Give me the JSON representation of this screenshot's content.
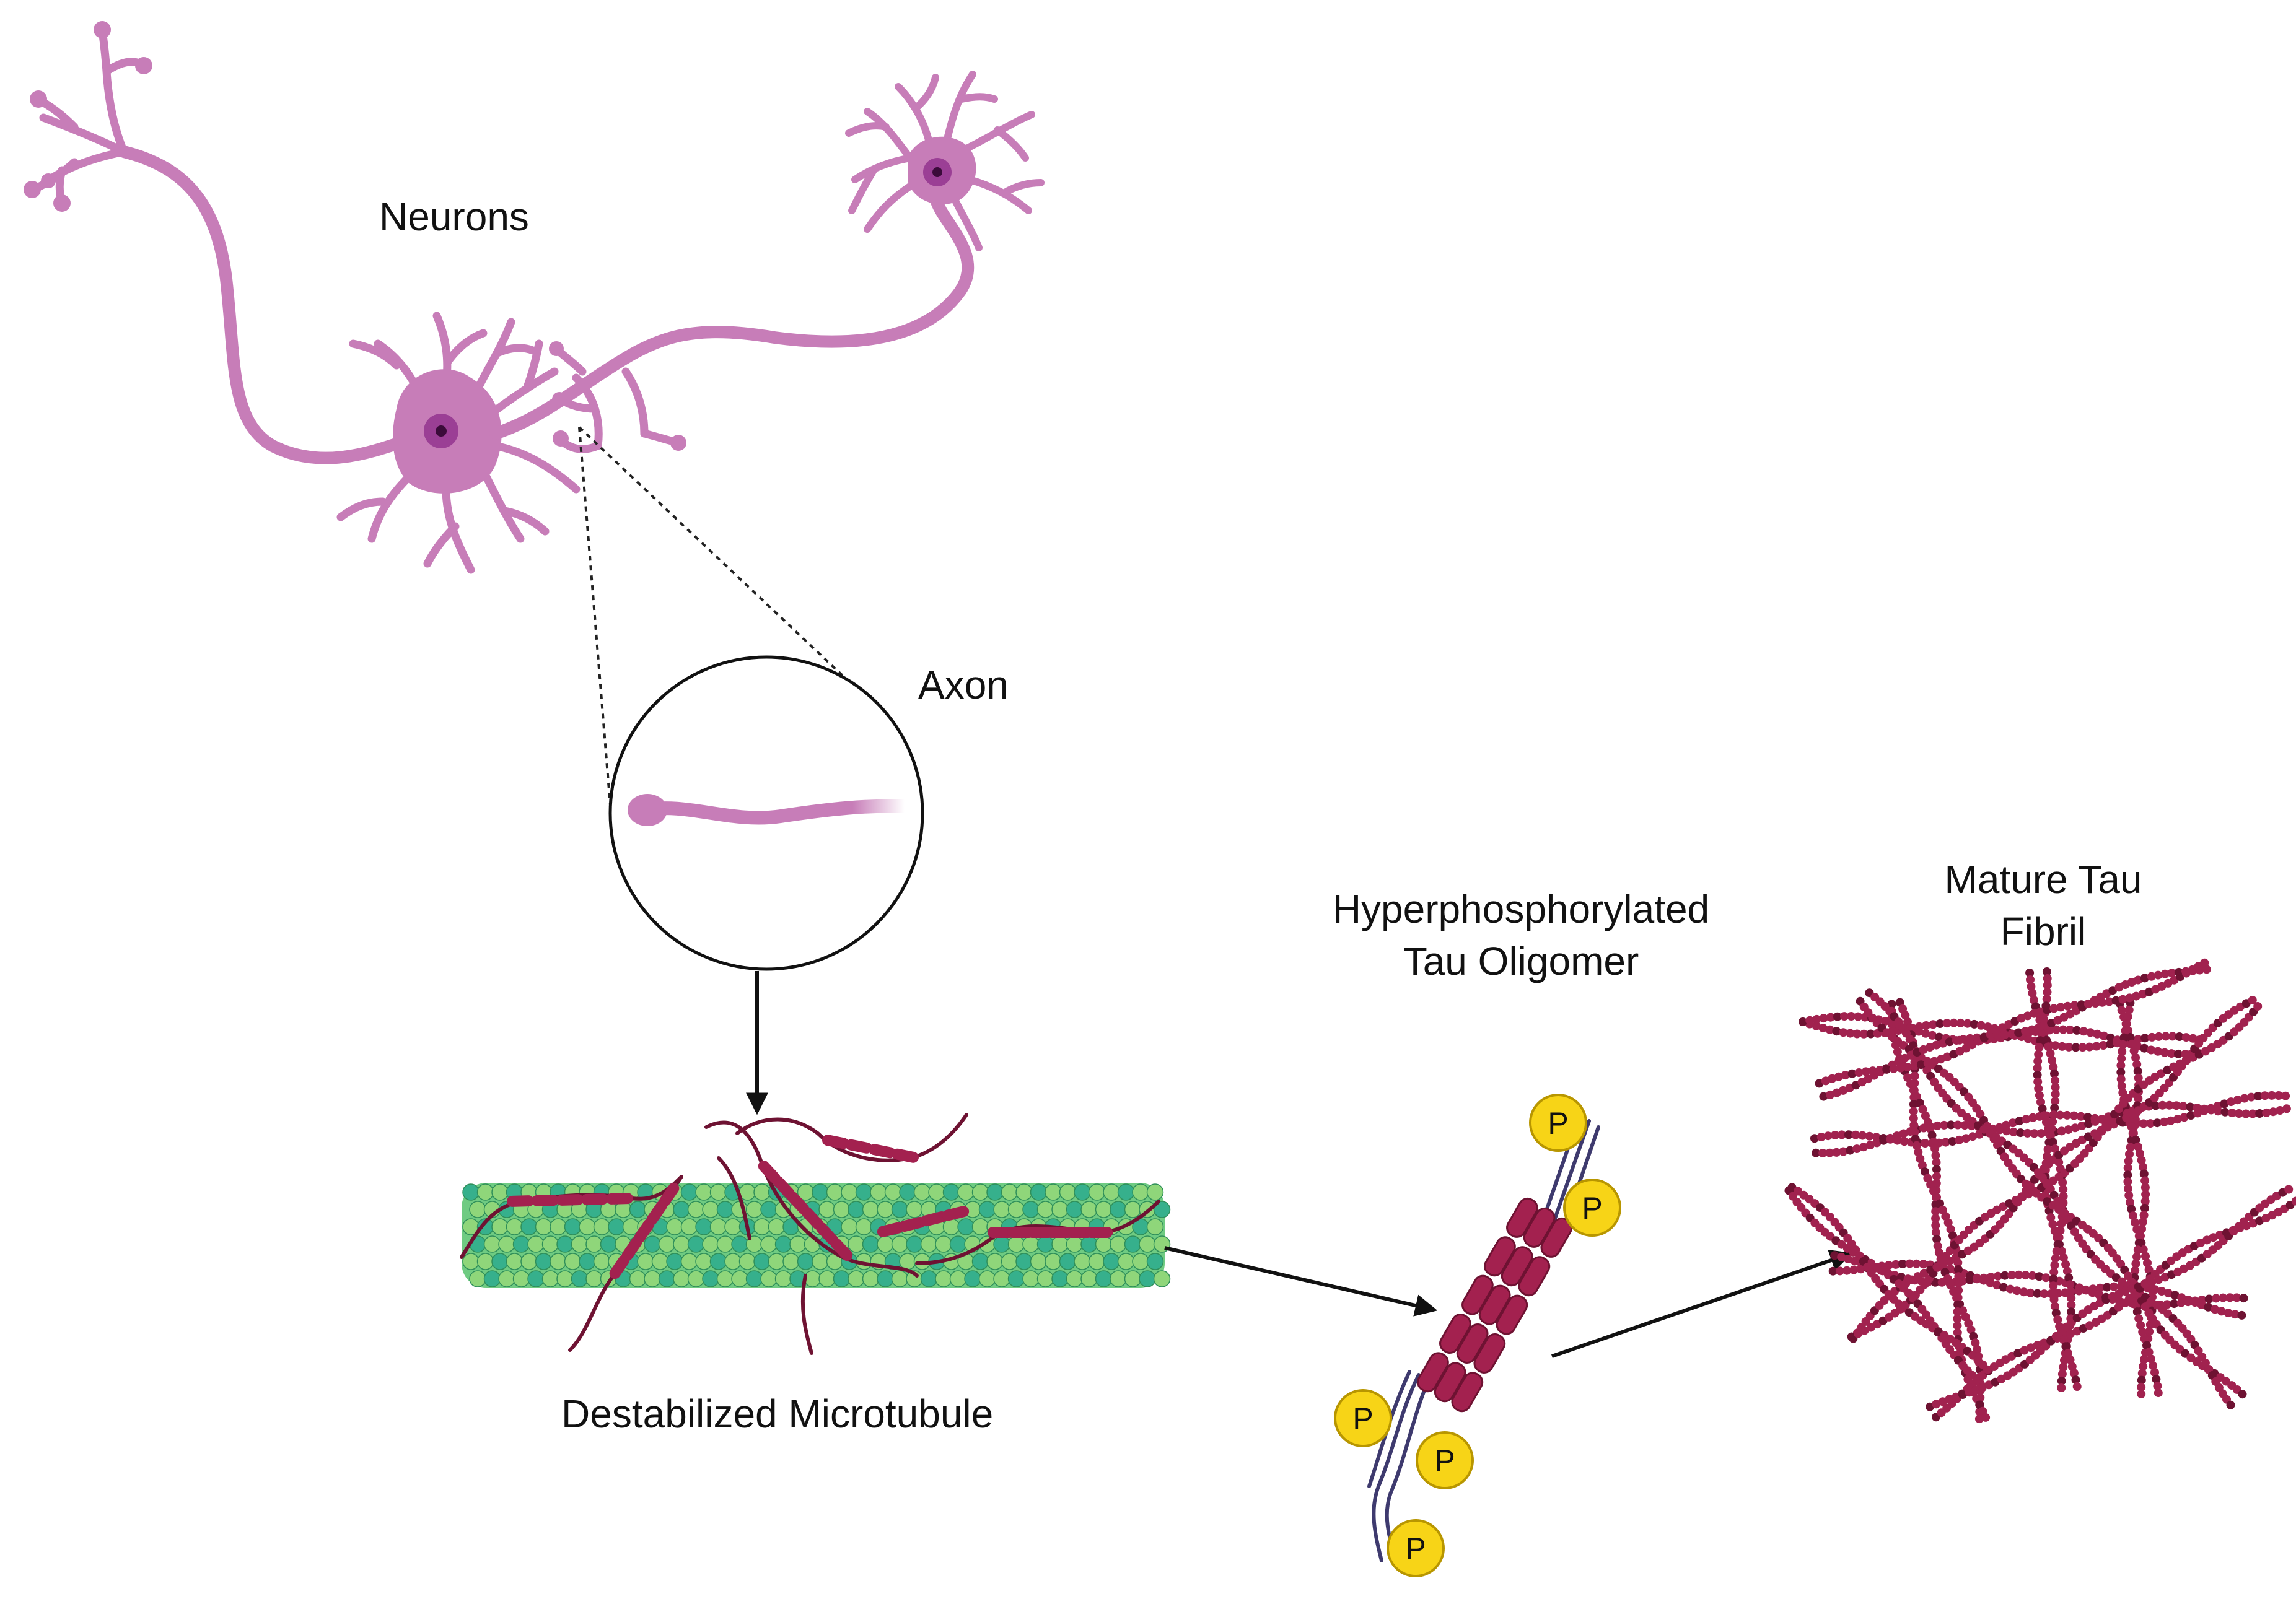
{
  "labels": {
    "neurons": "Neurons",
    "axon": "Axon",
    "microtubule": "Destabilized Microtubule",
    "oligomer_line1": "Hyperphosphorylated",
    "oligomer_line2": "Tau Oligomer",
    "fibril_line1": "Mature Tau",
    "fibril_line2": "Fibril",
    "phosphate": "P"
  },
  "colors": {
    "neuron": "#C77DB8",
    "neuron_nucleus": "#9B3F95",
    "tau": "#A3214F",
    "tau_dark": "#6E1232",
    "microtubule_light": "#8FD67A",
    "microtubule_dark": "#36B08C",
    "phosphate": "#F7D417",
    "fibril": "#A1224F",
    "strand": "#3E3A6E"
  },
  "icons": [
    "neuron-cell-icon",
    "magnifier-lens-icon",
    "microtubule-icon",
    "tau-oligomer-icon",
    "tau-fibril-icon",
    "arrow-icon"
  ]
}
